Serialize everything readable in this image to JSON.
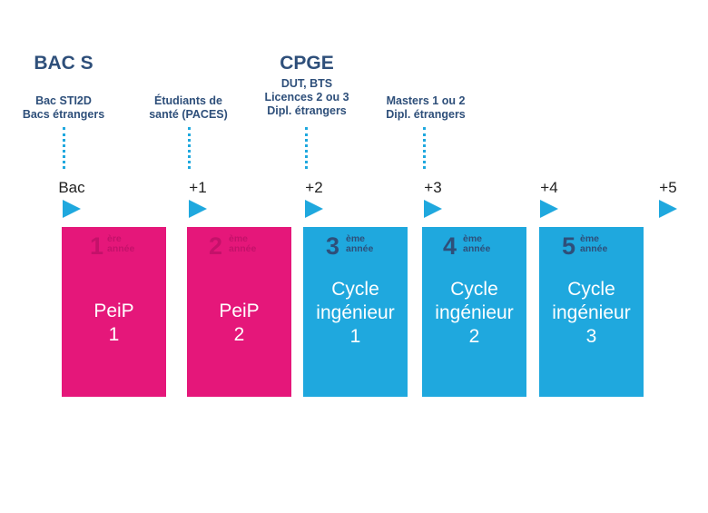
{
  "entries": {
    "bac_s": "BAC S",
    "bac_s_sub": [
      "Bac STI2D",
      "Bacs étrangers"
    ],
    "paces": [
      "Étudiants de",
      "santé (PACES)"
    ],
    "cpge": "CPGE",
    "cpge_sub": [
      "DUT, BTS",
      "Licences 2 ou 3",
      "Dipl. étrangers"
    ],
    "masters": [
      "Masters 1 ou 2",
      "Dipl. étrangers"
    ]
  },
  "ticks": [
    "Bac",
    "+1",
    "+2",
    "+3",
    "+4",
    "+5"
  ],
  "years": [
    {
      "num": "1",
      "sup1": "ère",
      "sup2": "année",
      "label": "PeiP\n1"
    },
    {
      "num": "2",
      "sup1": "ème",
      "sup2": "année",
      "label": "PeiP\n2"
    },
    {
      "num": "3",
      "sup1": "ème",
      "sup2": "année",
      "label": "Cycle\ningénieur\n1"
    },
    {
      "num": "4",
      "sup1": "ème",
      "sup2": "année",
      "label": "Cycle\ningénieur\n2"
    },
    {
      "num": "5",
      "sup1": "ème",
      "sup2": "année",
      "label": "Cycle\ningénieur\n3"
    }
  ],
  "colors": {
    "pink": "#e5177a",
    "blue": "#1fa8de",
    "navy": "#2e4f7a"
  }
}
